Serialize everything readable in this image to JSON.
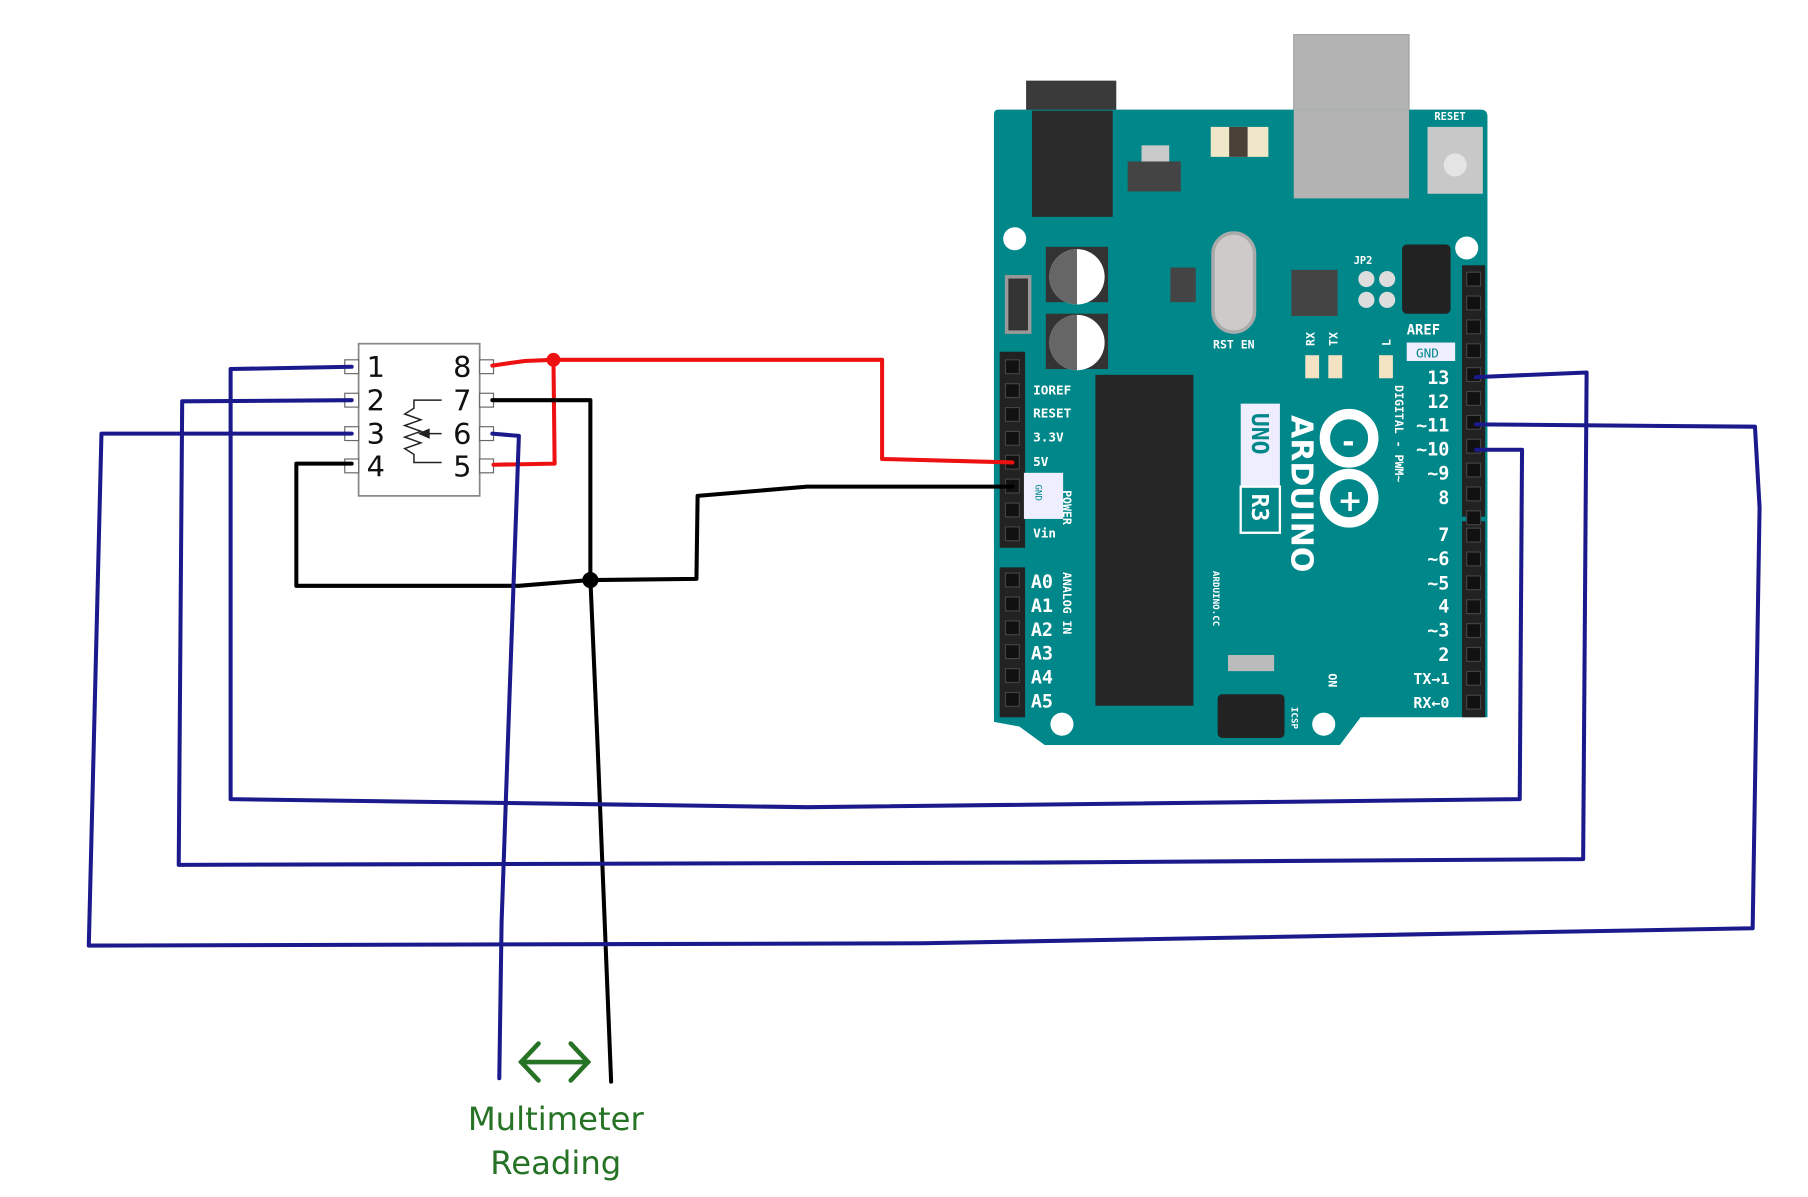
{
  "colors": {
    "board": "#00878a",
    "wire_5v": "#ee1111",
    "wire_gnd": "#000000",
    "wire_signal": "#1a1a8c",
    "annotation": "#267326"
  },
  "ic": {
    "pins_left": [
      "1",
      "2",
      "3",
      "4"
    ],
    "pins_right": [
      "8",
      "7",
      "6",
      "5"
    ],
    "symbol": "potentiometer"
  },
  "arduino": {
    "brand": "ARDUINO",
    "model": "UNO",
    "revision": "R3",
    "website": "ARDUINO.CC",
    "reset_label": "RESET",
    "jp2_label": "JP2",
    "aref_label": "AREF",
    "gnd_label": "GND",
    "rst_en_label": "RST EN",
    "rx_label": "RX",
    "tx_label": "TX",
    "l_label": "L",
    "on_label": "ON",
    "icsp_label": "ICSP",
    "power_label": "POWER",
    "analog_label": "ANALOG IN",
    "digital_label": "DIGITAL - PWM~",
    "power_pins": [
      "IOREF",
      "RESET",
      "3.3V",
      "5V",
      "GND",
      "Vin"
    ],
    "analog_pins": [
      "A0",
      "A1",
      "A2",
      "A3",
      "A4",
      "A5"
    ],
    "digital_pins": [
      "13",
      "12",
      "~11",
      "~10",
      "~9",
      "8",
      "7",
      "~6",
      "~5",
      "4",
      "~3",
      "2",
      "TX→1",
      "RX←0"
    ]
  },
  "annotation": {
    "arrow": "⟷",
    "line1": "Multimeter",
    "line2": "Reading"
  }
}
